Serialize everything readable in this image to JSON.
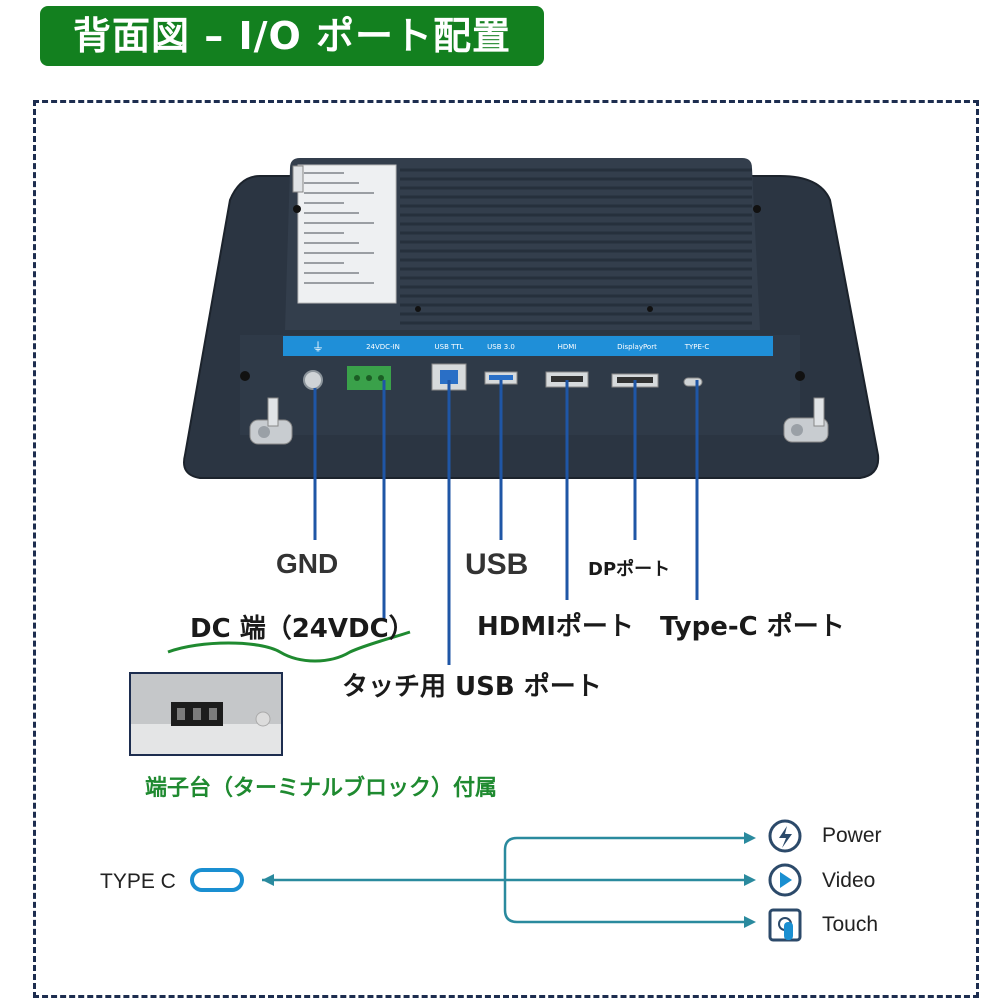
{
  "title": "背面図 – I/O ポート配置",
  "device": {
    "port_labels": [
      "24VDC-IN",
      "USB TTL",
      "USB 3.0",
      "HDMI",
      "DisplayPort",
      "TYPE-C"
    ],
    "colors": {
      "body": "#2f3a48",
      "body_dark": "#222b36",
      "strip": "#1f8fd8",
      "leader": "#1f56a6",
      "terminal": "#3aa14a"
    }
  },
  "callouts": {
    "gnd": "GND",
    "dc": "DC 端（24VDC）",
    "touch_usb": "タッチ用 USB ポート",
    "usb": "USB",
    "hdmi": "HDMIポート",
    "dp": "DPポート",
    "typec": "Type-C ポート"
  },
  "terminal_note": "端子台（ターミナルブロック）付属",
  "typec_diagram": {
    "source": "TYPE C",
    "outputs": [
      {
        "label": "Power",
        "icon": "power-bolt-icon"
      },
      {
        "label": "Video",
        "icon": "video-play-icon"
      },
      {
        "label": "Touch",
        "icon": "touch-hand-icon"
      }
    ],
    "line_color": "#2a8a9e"
  }
}
